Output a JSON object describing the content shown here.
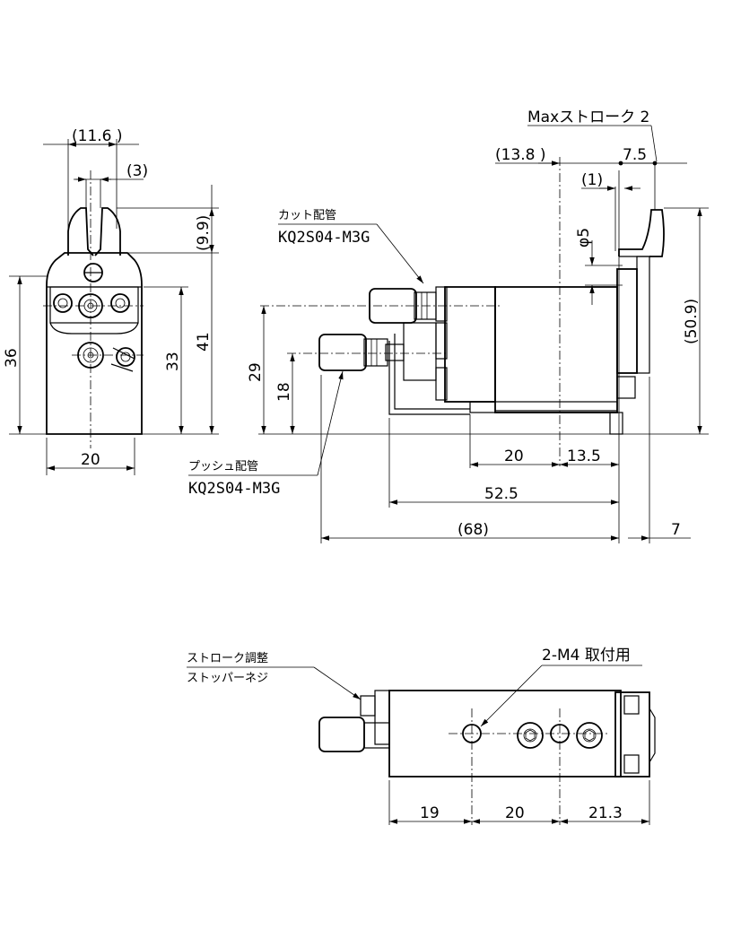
{
  "front_view": {
    "dims": {
      "width_top": "(11.6 )",
      "gap": "(3)",
      "jaw_height": "(9.9)",
      "height_total": "36",
      "height_mid": "33",
      "height_full": "41",
      "base_width": "20"
    }
  },
  "side_view": {
    "labels": {
      "max_stroke": "Maxストローク 2",
      "cut_piping": "カット配管",
      "cut_fitting": "KQ2S04-M3G",
      "push_piping": "プッシュ配管",
      "push_fitting": "KQ2S04-M3G"
    },
    "dims": {
      "offset_138": "(13.8 )",
      "offset_75": "7.5",
      "offset_1": "(1)",
      "diameter": "φ5",
      "height_509": "(50.9)",
      "height_29": "29",
      "height_18": "18",
      "len_20": "20",
      "len_135": "13.5",
      "len_525": "52.5",
      "len_68": "(68)",
      "len_7": "7"
    }
  },
  "top_view": {
    "labels": {
      "stroke_adj_1": "ストローク調整",
      "stroke_adj_2": "ストッパーネジ",
      "mount": "2-M4 取付用"
    },
    "dims": {
      "d19": "19",
      "d20": "20",
      "d213": "21.3"
    }
  }
}
